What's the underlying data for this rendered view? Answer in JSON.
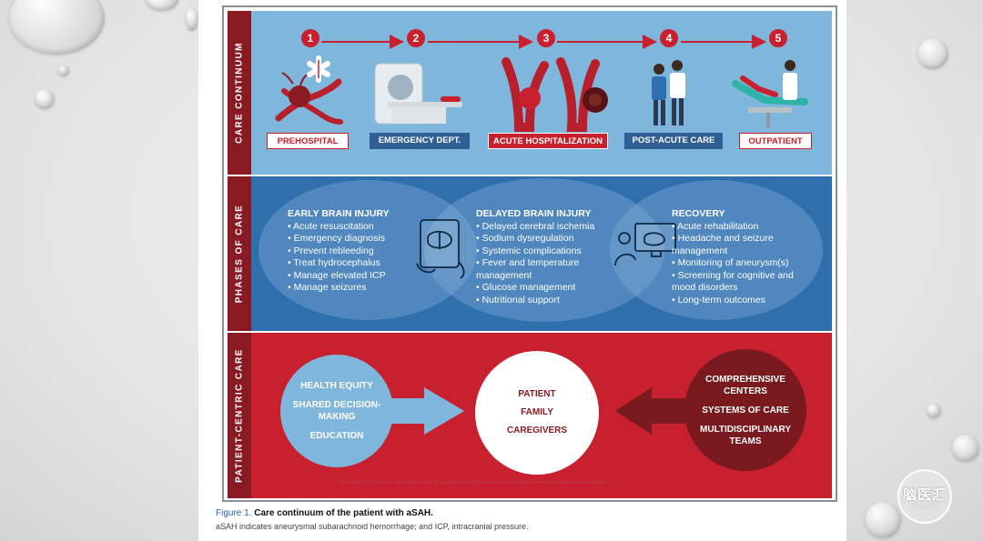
{
  "figure": {
    "care": {
      "side_label": "CARE CONTINUUM",
      "steps": [
        {
          "num": "1",
          "label": "PREHOSPITAL"
        },
        {
          "num": "2",
          "label": "EMERGENCY DEPT."
        },
        {
          "num": "3",
          "label": "ACUTE HOSPITALIZATION"
        },
        {
          "num": "4",
          "label": "POST-ACUTE CARE"
        },
        {
          "num": "5",
          "label": "OUTPATIENT"
        }
      ]
    },
    "phases": {
      "side_label": "PHASES OF CARE",
      "groups": [
        {
          "title": "EARLY BRAIN INJURY",
          "items": [
            "Acute resuscitation",
            "Emergency diagnosis",
            "Prevent rebleeding",
            "Treat hydrocephalus",
            "Manage elevated ICP",
            "Manage seizures"
          ]
        },
        {
          "title": "DELAYED BRAIN INJURY",
          "items": [
            "Delayed cerebral ischemia",
            "Sodium dysregulation",
            "Systemic complications",
            "Fever and temperature management",
            "Glucose management",
            "Nutritional support"
          ]
        },
        {
          "title": "RECOVERY",
          "items": [
            "Acute rehabilitation",
            "Headache and seizure management",
            "Monitoring of aneurysm(s)",
            "Screening for cognitive and mood disorders",
            "Long-term outcomes"
          ]
        }
      ]
    },
    "patient": {
      "side_label": "PATIENT-CENTRIC CARE",
      "left": [
        "HEALTH EQUITY",
        "SHARED DECISION-MAKING",
        "EDUCATION"
      ],
      "center": [
        "PATIENT",
        "FAMILY",
        "CAREGIVERS"
      ],
      "right": [
        "COMPREHENSIVE CENTERS",
        "SYSTEMS OF CARE",
        "MULTIDISCIPLINARY TEAMS"
      ]
    },
    "copyright": "© Copyright 2023 American Heart Association, Inc. and American Stroke Association. All rights reserved. Unauthorized use prohibited."
  },
  "caption": {
    "figure_label": "Figure 1.",
    "title": "Care continuum of the patient with aSAH.",
    "note": "aSAH indicates aneurysmal subarachnoid hemorrhage; and ICP, intracranial pressure."
  },
  "watermark": {
    "line1": "脑医汇",
    "line2": "Naoyihui.com"
  },
  "colors": {
    "red": "#c8202e",
    "dark_red": "#8a1a21",
    "light_blue": "#7fb6dc",
    "mid_blue": "#2f6fae"
  }
}
